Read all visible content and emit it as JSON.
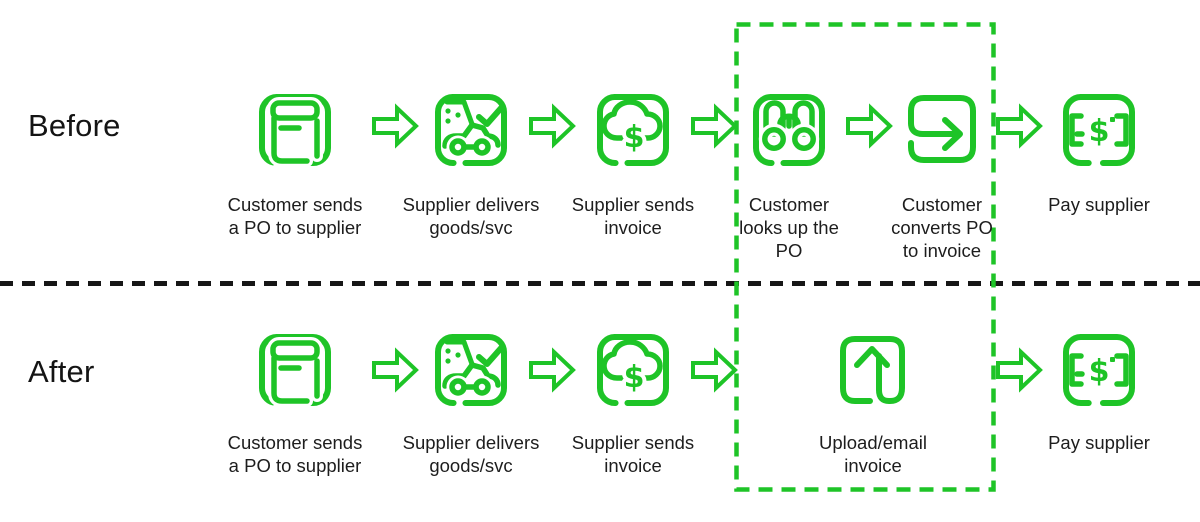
{
  "colors": {
    "accent_green": "#1ec427",
    "text": "#1d1d1d",
    "divider": "#161616"
  },
  "before": {
    "row_label": "Before",
    "steps": [
      {
        "icon": "documents-icon",
        "label": "Customer sends\na PO to supplier"
      },
      {
        "icon": "delivery-truck-icon",
        "label": "Supplier delivers\ngoods/svc"
      },
      {
        "icon": "cloud-invoice-icon",
        "label": "Supplier sends\ninvoice"
      },
      {
        "icon": "binoculars-icon",
        "label": "Customer\nlooks up the\nPO"
      },
      {
        "icon": "convert-po-icon",
        "label": "Customer\nconverts PO\nto invoice"
      },
      {
        "icon": "pay-cash-icon",
        "label": "Pay supplier"
      }
    ]
  },
  "after": {
    "row_label": "After",
    "steps": [
      {
        "icon": "documents-icon",
        "label": "Customer sends\na PO to supplier"
      },
      {
        "icon": "delivery-truck-icon",
        "label": "Supplier delivers\ngoods/svc"
      },
      {
        "icon": "cloud-invoice-icon",
        "label": "Supplier sends\ninvoice"
      },
      {
        "icon": "upload-icon",
        "label": "Upload/email\ninvoice"
      },
      {
        "icon": "pay-cash-icon",
        "label": "Pay supplier"
      }
    ]
  }
}
